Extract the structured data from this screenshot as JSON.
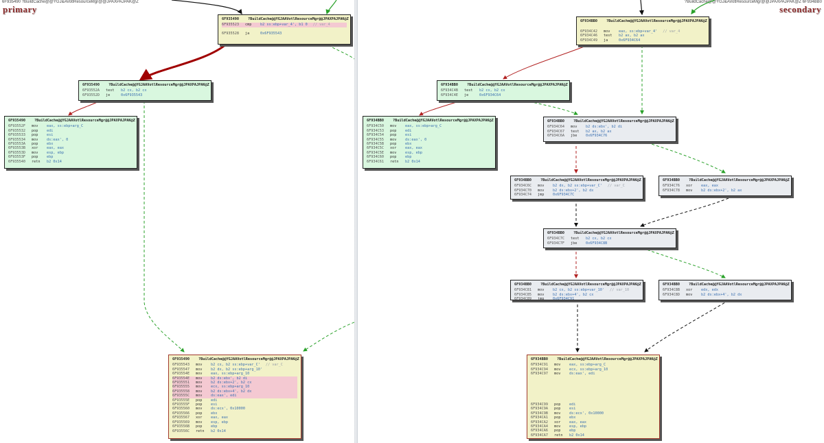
{
  "primary": {
    "header": "6F935490   ?BuildCache@@YGJ&AVotlResourceMgr@@JPAXPAJPAK@Z",
    "title": "primary",
    "nodes": [
      {
        "id": "p1",
        "color": "yellow",
        "addr": "6F935490",
        "func": "?BuildCache@@YGJAAVotlResourceMgr@@JPAXPAJPAK@Z",
        "rows": [
          {
            "a": "6F935523",
            "m": "cmp",
            "o": "b2 ss:ebp+var_4', b1 0",
            "c": "// var_4",
            "hl": true
          },
          {
            "gap": true
          },
          {
            "a": "6F935528",
            "m": "ja",
            "o": "0x6F935543"
          }
        ]
      },
      {
        "id": "p2",
        "color": "green",
        "addr": "6F935490",
        "func": "?BuildCache@@YGJAAVotlResourceMgr@@JPAXPAJPAK@Z",
        "rows": [
          {
            "a": "6F93552A",
            "m": "test",
            "o": "b2 cx, b2 cx"
          },
          {
            "a": "6F93552D",
            "m": "je",
            "o": "0x6F935543"
          }
        ]
      },
      {
        "id": "p3",
        "color": "green",
        "addr": "6F935490",
        "func": "?BuildCache@@YGJAAVotlResourceMgr@@JPAXPAJPAK@Z",
        "rows": [
          {
            "a": "6F93552F",
            "m": "mov",
            "o": "eax, ss:ebp+arg_C"
          },
          {
            "a": "6F935532",
            "m": "pop",
            "o": "edi"
          },
          {
            "a": "6F935533",
            "m": "pop",
            "o": "esi"
          },
          {
            "a": "6F935534",
            "m": "mov",
            "o": "ds:eax', 0"
          },
          {
            "a": "6F93553A",
            "m": "pop",
            "o": "ebx"
          },
          {
            "a": "6F93553B",
            "m": "xor",
            "o": "eax, eax"
          },
          {
            "a": "6F93553D",
            "m": "mov",
            "o": "esp, ebp"
          },
          {
            "a": "6F93553F",
            "m": "pop",
            "o": "ebp"
          },
          {
            "a": "6F935540",
            "m": "retn",
            "o": "b2 0x14"
          }
        ]
      },
      {
        "id": "p4",
        "color": "yellow",
        "addr": "6F935490",
        "func": "?BuildCache@@YGJAAVotlResourceMgr@@JPAXPAJPAK@Z",
        "rows": [
          {
            "a": "6F935543",
            "m": "mov",
            "o": "b2 cx, b2 ss:ebp+var_C'",
            "c": "// var_C"
          },
          {
            "a": "6F935547",
            "m": "mov",
            "o": "b2 dx, b2 ss:ebp+arg_10'"
          },
          {
            "a": "6F93554E",
            "m": "mov",
            "o": "eax, ss:ebp+arg_10"
          },
          {
            "a": "6F93554E",
            "m": "mov",
            "o": "b2 ds:ebx', b2 di",
            "hl": true
          },
          {
            "a": "6F935551",
            "m": "mov",
            "o": "b2 ds:ebx+2', b2 cx",
            "hl": true
          },
          {
            "a": "6F935555",
            "m": "mov",
            "o": "ecx, ss:ebp+arg_10",
            "hl": true
          },
          {
            "a": "6F935558",
            "m": "mov",
            "o": "b2 ds:ebx+4', b2 dx",
            "hl": true
          },
          {
            "a": "6F93555C",
            "m": "mov",
            "o": "ds:eax', edi",
            "hl": true
          },
          {
            "a": "6F93555E",
            "m": "pop",
            "o": "edi"
          },
          {
            "a": "6F93555F",
            "m": "pop",
            "o": "esi"
          },
          {
            "a": "6F935560",
            "m": "mov",
            "o": "ds:ecx', 0x10000"
          },
          {
            "a": "6F935566",
            "m": "pop",
            "o": "ebx"
          },
          {
            "a": "6F935567",
            "m": "xor",
            "o": "eax, eax"
          },
          {
            "a": "6F935569",
            "m": "mov",
            "o": "esp, ebp"
          },
          {
            "a": "6F93556B",
            "m": "pop",
            "o": "ebp"
          },
          {
            "a": "6F93556C",
            "m": "retn",
            "o": "b2 0x14"
          }
        ]
      }
    ]
  },
  "secondary": {
    "header": "?BuildCache@@YGJ&AVotlResourceMgr@@JPAXPAJPAK@Z   6F934BB0",
    "title": "secondary",
    "nodes": [
      {
        "id": "s1",
        "color": "yellow",
        "addr": "6F934BB0",
        "func": "?BuildCache@@YGJAAVotlResourceMgr@@JPAXPAJPAK@Z",
        "rows": [
          {
            "gap": true
          },
          {
            "a": "6F934C42",
            "m": "mov",
            "o": "eax, ss:ebp+var_4'",
            "c": "// var_4"
          },
          {
            "a": "6F934C46",
            "m": "test",
            "o": "b2 ax, b2 ax"
          },
          {
            "a": "6F934C49",
            "m": "ja",
            "o": "0x6F934C64"
          }
        ]
      },
      {
        "id": "s2",
        "color": "green",
        "addr": "6F934BB0",
        "func": "?BuildCache@@YGJAAVotlResourceMgr@@JPAXPAJPAK@Z",
        "rows": [
          {
            "a": "6F934C4B",
            "m": "test",
            "o": "b2 cx, b2 cx"
          },
          {
            "a": "6F934C4E",
            "m": "je",
            "o": "0x6F934C64"
          }
        ]
      },
      {
        "id": "s3",
        "color": "green",
        "addr": "6F934BB0",
        "func": "?BuildCache@@YGJAAVotlResourceMgr@@JPAXPAJPAK@Z",
        "rows": [
          {
            "a": "6F934C50",
            "m": "mov",
            "o": "eax, ss:ebp+arg_C"
          },
          {
            "a": "6F934C53",
            "m": "pop",
            "o": "edi"
          },
          {
            "a": "6F934C54",
            "m": "pop",
            "o": "esi"
          },
          {
            "a": "6F934C55",
            "m": "mov",
            "o": "ds:eax', 0"
          },
          {
            "a": "6F934C5B",
            "m": "pop",
            "o": "ebx"
          },
          {
            "a": "6F934C5C",
            "m": "xor",
            "o": "eax, eax"
          },
          {
            "a": "6F934C5E",
            "m": "mov",
            "o": "esp, ebp"
          },
          {
            "a": "6F934C60",
            "m": "pop",
            "o": "ebp"
          },
          {
            "a": "6F934C61",
            "m": "retn",
            "o": "b2 0x14"
          }
        ]
      },
      {
        "id": "s4",
        "color": "grey",
        "addr": "6F934BB0",
        "func": "?BuildCache@@YGJAAVotlResourceMgr@@JPAXPAJPAK@Z",
        "rows": [
          {
            "a": "6F934C64",
            "m": "mov",
            "o": "b2 ds:ebx', b2 di"
          },
          {
            "a": "6F934C67",
            "m": "test",
            "o": "b2 ax, b2 ax"
          },
          {
            "a": "6F934C6A",
            "m": "jbe",
            "o": "0x6F934C76"
          }
        ]
      },
      {
        "id": "s5",
        "color": "grey",
        "addr": "6F934BB0",
        "func": "?BuildCache@@YGJAAVotlResourceMgr@@JPAXPAJPAK@Z",
        "rows": [
          {
            "a": "6F934C6C",
            "m": "mov",
            "o": "b2 dx, b2 ss:ebp+var_C'",
            "c": "// var_C"
          },
          {
            "a": "6F934C70",
            "m": "mov",
            "o": "b2 ds:ebx+2', b2 dx"
          },
          {
            "a": "6F934C74",
            "m": "jmp",
            "o": "0x6F934C7C"
          }
        ]
      },
      {
        "id": "s6",
        "color": "grey",
        "addr": "6F934BB0",
        "func": "?BuildCache@@YGJAAVotlResourceMgr@@JPAXPAJPAK@Z",
        "rows": [
          {
            "a": "6F934C76",
            "m": "xor",
            "o": "eax, eax"
          },
          {
            "a": "6F934C78",
            "m": "mov",
            "o": "b2 ds:ebx+2', b2 ax"
          }
        ]
      },
      {
        "id": "s7",
        "color": "grey",
        "addr": "6F934BB0",
        "func": "?BuildCache@@YGJAAVotlResourceMgr@@JPAXPAJPAK@Z",
        "rows": [
          {
            "a": "6F934C7C",
            "m": "test",
            "o": "b2 cx, b2 cx"
          },
          {
            "a": "6F934C7F",
            "m": "jbe",
            "o": "0x6F934C8B"
          }
        ]
      },
      {
        "id": "s8",
        "color": "grey",
        "addr": "6F934BB0",
        "func": "?BuildCache@@YGJAAVotlResourceMgr@@JPAXPAJPAK@Z",
        "rows": [
          {
            "a": "6F934C81",
            "m": "mov",
            "o": "b2 cx, b2 ss:ebp+var_10'",
            "c": "// var_10"
          },
          {
            "a": "6F934C85",
            "m": "mov",
            "o": "b2 ds:ebx+4', b2 cx"
          },
          {
            "a": "6F934C89",
            "m": "jmp",
            "o": "0x6F934C91"
          }
        ]
      },
      {
        "id": "s9",
        "color": "grey",
        "addr": "6F934BB0",
        "func": "?BuildCache@@YGJAAVotlResourceMgr@@JPAXPAJPAK@Z",
        "rows": [
          {
            "a": "6F934C8B",
            "m": "xor",
            "o": "edx, edx"
          },
          {
            "a": "6F934C8D",
            "m": "mov",
            "o": "b2 ds:ebx+4', b2 dx"
          }
        ]
      },
      {
        "id": "s10",
        "color": "yellow",
        "addr": "6F934BB0",
        "func": "?BuildCache@@YGJAAVotlResourceMgr@@JPAXPAJPAK@Z",
        "rows": [
          {
            "a": "6F934C91",
            "m": "mov",
            "o": "eax, ss:ebp+arg_C"
          },
          {
            "a": "6F934C94",
            "m": "mov",
            "o": "ecx, ss:ebp+arg_10"
          },
          {
            "a": "6F934C97",
            "m": "mov",
            "o": "ds:eax', edi"
          },
          {
            "gap": true
          },
          {
            "gap": true
          },
          {
            "gap": true
          },
          {
            "gap": true
          },
          {
            "gap": true
          },
          {
            "gap": true
          },
          {
            "a": "6F934C99",
            "m": "pop",
            "o": "edi"
          },
          {
            "a": "6F934C9A",
            "m": "pop",
            "o": "esi"
          },
          {
            "a": "6F934C9B",
            "m": "mov",
            "o": "ds:ecx', 0x10000"
          },
          {
            "a": "6F934CA1",
            "m": "pop",
            "o": "ebx"
          },
          {
            "a": "6F934CA2",
            "m": "xor",
            "o": "eax, eax"
          },
          {
            "a": "6F934CA4",
            "m": "mov",
            "o": "esp, ebp"
          },
          {
            "a": "6F934CA6",
            "m": "pop",
            "o": "ebp"
          },
          {
            "a": "6F934CA7",
            "m": "retn",
            "o": "b2 0x14"
          }
        ]
      }
    ]
  },
  "colors": {
    "true_edge": "#2aa12a",
    "false_edge": "#b22222",
    "uncond_edge": "#111111",
    "matched_edge": "#a00000",
    "highlight": "#f4c9d2"
  }
}
